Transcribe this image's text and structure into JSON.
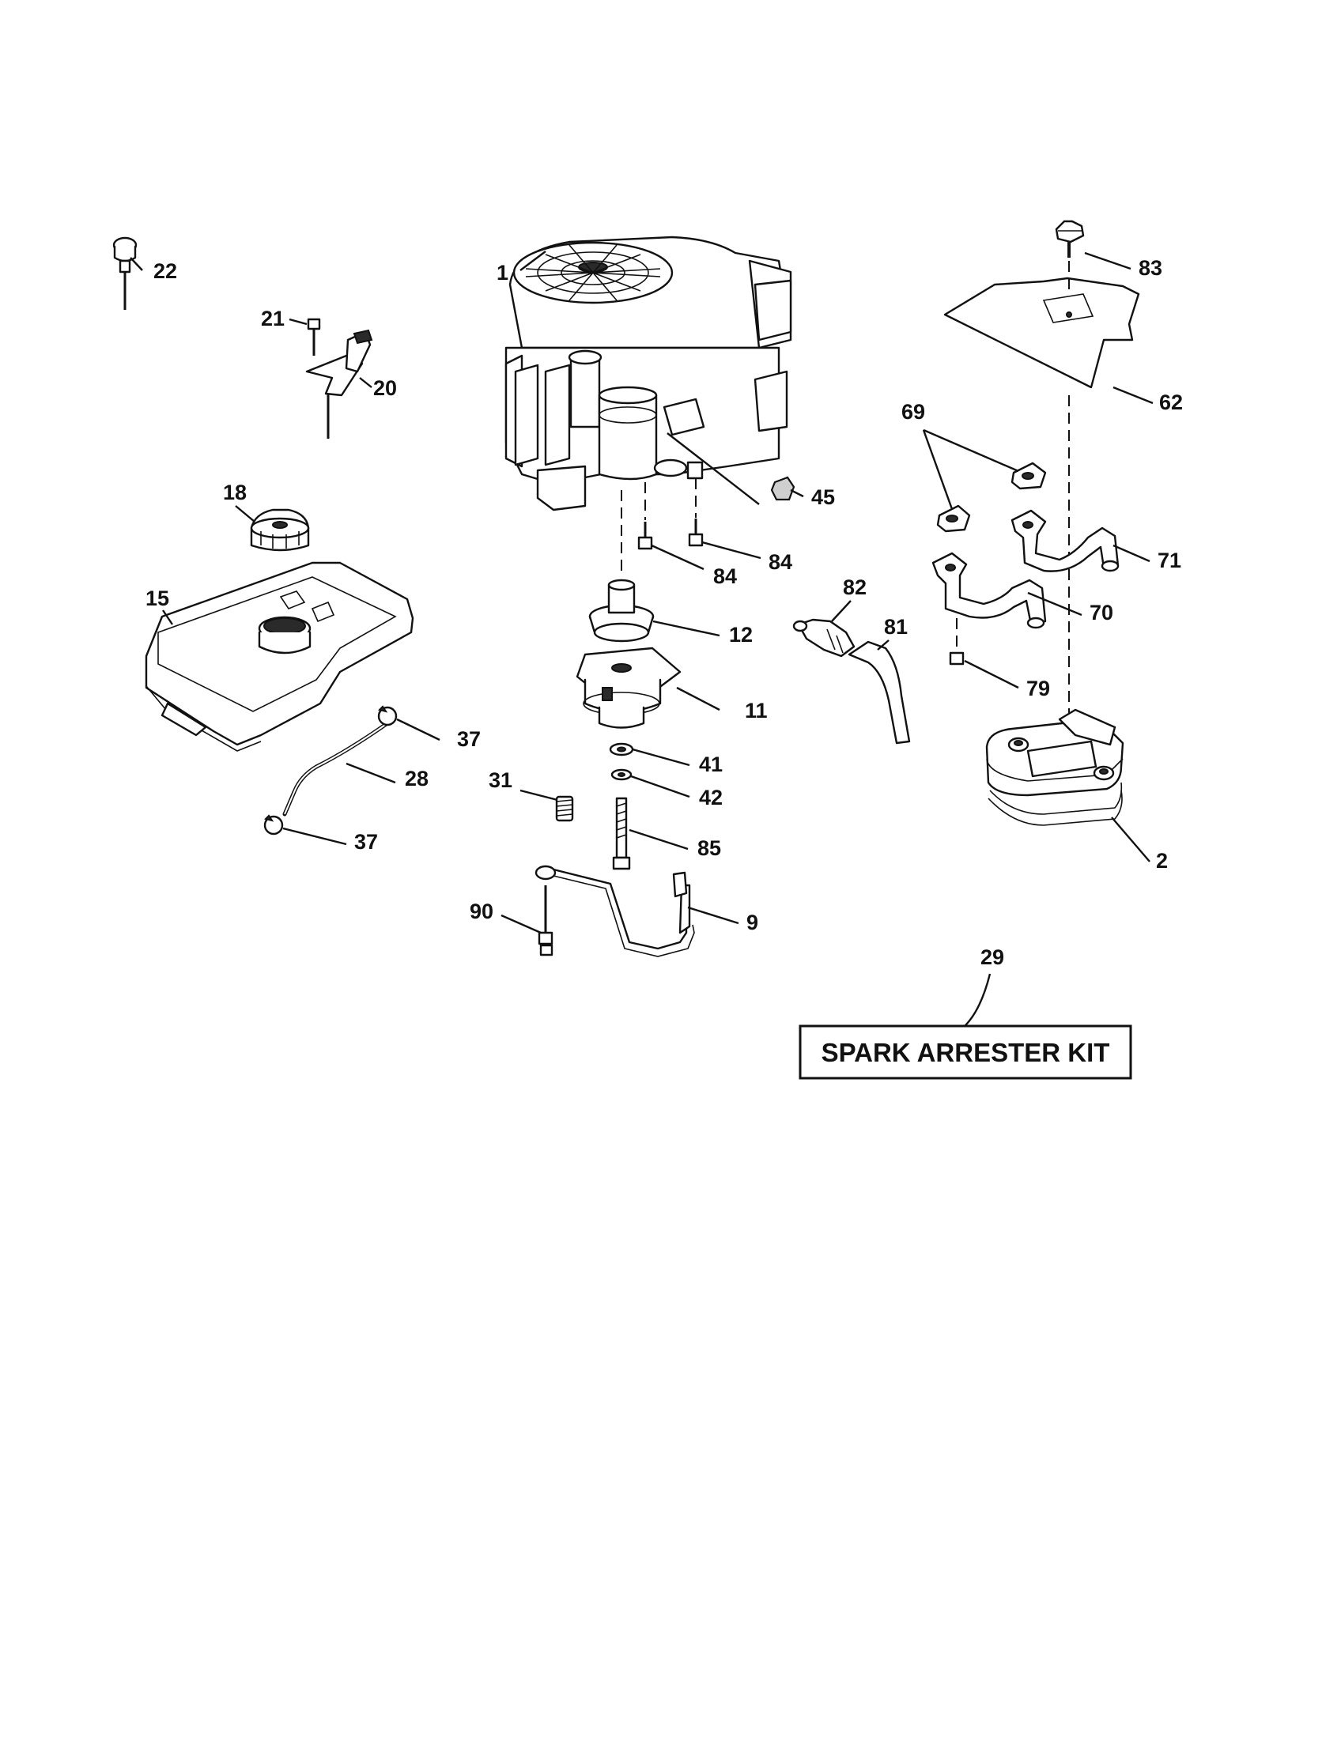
{
  "callouts": {
    "c1": "1",
    "c2": "2",
    "c9": "9",
    "c11": "11",
    "c12": "12",
    "c15": "15",
    "c18": "18",
    "c20": "20",
    "c21": "21",
    "c22": "22",
    "c28": "28",
    "c29": "29",
    "c31": "31",
    "c37a": "37",
    "c37b": "37",
    "c41": "41",
    "c42": "42",
    "c45": "45",
    "c62": "62",
    "c69": "69",
    "c70": "70",
    "c71": "71",
    "c79": "79",
    "c81": "81",
    "c82": "82",
    "c83": "83",
    "c84a": "84",
    "c84b": "84",
    "c85": "85",
    "c90": "90"
  },
  "spark_arrester_kit": {
    "label": "SPARK ARRESTER KIT"
  }
}
